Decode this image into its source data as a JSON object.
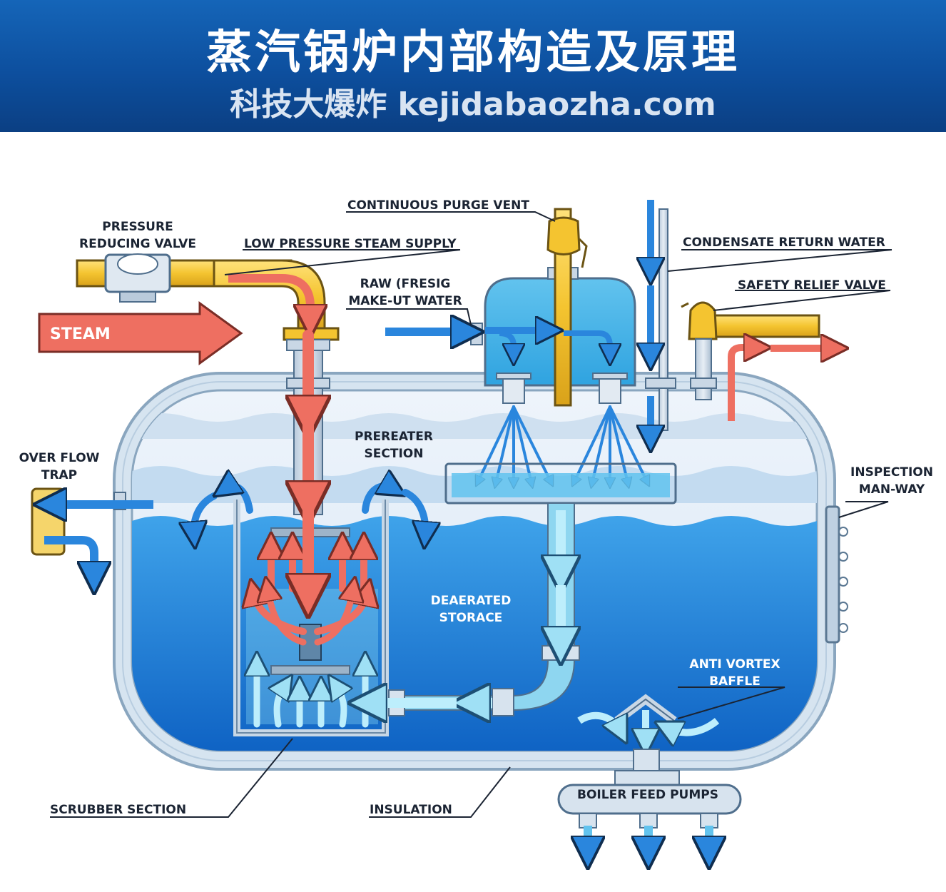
{
  "header": {
    "title": "蒸汽锅炉内部构造及原理",
    "subtitle": "科技大爆炸 kejidabaozha.com"
  },
  "labels": {
    "pressure_reducing_valve_1": "PRESSURE",
    "pressure_reducing_valve_2": "REDUCING VALVE",
    "low_pressure_steam_supply": "LOW PRESSURE STEAM SUPPLY",
    "continuous_purge_vent": "CONTINUOUS PURGE VENT",
    "condensate_return_water": "CONDENSATE RETURN WATER",
    "raw_water_1": "RAW (FRESIG",
    "raw_water_2": "MAKE-UT WATER",
    "safety_relief_valve": "SAFETY RELIEF VALVE",
    "steam": "STEAM",
    "over_flow_trap_1": "OVER FLOW",
    "over_flow_trap_2": "TRAP",
    "preheater_section_1": "PREREATER",
    "preheater_section_2": "SECTION",
    "deaerated_storage_1": "DEAERATED",
    "deaerated_storage_2": "STORACE",
    "inspection_manway_1": "INSPECTION",
    "inspection_manway_2": "MAN-WAY",
    "anti_vortex_baffle_1": "ANTI VORTEX",
    "anti_vortex_baffle_2": "BAFFLE",
    "boiler_feed_pumps": "BOILER FEED PUMPS",
    "scrubber_section": "SCRUBBER SECTION",
    "insulation": "INSULATION"
  },
  "colors": {
    "banner": "#0d4f9e",
    "steam_red": "#ee6f61",
    "water_blue": "#1e7fd6",
    "pipe_yellow": "#f4c430",
    "tank_outline": "#9fb7cc",
    "light_water": "#7fd3ef"
  }
}
